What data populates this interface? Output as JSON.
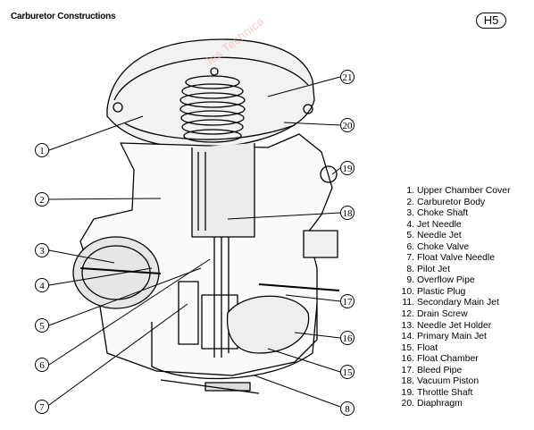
{
  "title": "Carburetor Constructions",
  "page_badge": "H5",
  "watermark": "les Technica",
  "callouts": [
    "1",
    "2",
    "3",
    "4",
    "5",
    "6",
    "7",
    "21",
    "20",
    "19",
    "18",
    "17",
    "16",
    "15",
    "8"
  ],
  "legend": [
    {
      "num": "1.",
      "label": "Upper Chamber Cover"
    },
    {
      "num": "2.",
      "label": "Carburetor Body"
    },
    {
      "num": "3.",
      "label": "Choke Shaft"
    },
    {
      "num": "4.",
      "label": "Jet Needle"
    },
    {
      "num": "5.",
      "label": "Needle Jet"
    },
    {
      "num": "6.",
      "label": "Choke Valve"
    },
    {
      "num": "7.",
      "label": "Float Valve Needle"
    },
    {
      "num": "8.",
      "label": "Pilot Jet"
    },
    {
      "num": "9.",
      "label": "Overflow Pipe"
    },
    {
      "num": "10.",
      "label": "Plastic Plug"
    },
    {
      "num": "11.",
      "label": "Secondary Main Jet"
    },
    {
      "num": "12.",
      "label": "Drain Screw"
    },
    {
      "num": "13.",
      "label": "Needle Jet Holder"
    },
    {
      "num": "14.",
      "label": "Primary Main Jet"
    },
    {
      "num": "15.",
      "label": "Float"
    },
    {
      "num": "16.",
      "label": "Float Chamber"
    },
    {
      "num": "17.",
      "label": "Bleed Pipe"
    },
    {
      "num": "18.",
      "label": "Vacuum Piston"
    },
    {
      "num": "19.",
      "label": "Throttle Shaft"
    },
    {
      "num": "20.",
      "label": "Diaphragm"
    }
  ],
  "colors": {
    "ink": "#000000",
    "watermark": "#f4b6b6",
    "paper": "#ffffff"
  }
}
